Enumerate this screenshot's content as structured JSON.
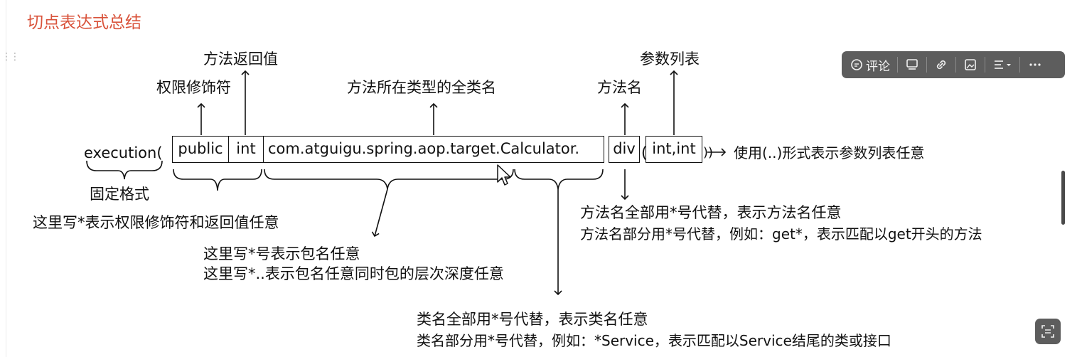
{
  "page_title": "切点表达式总结",
  "expression": {
    "keyword": "execution(",
    "modifier": "public",
    "return_type": "int",
    "class_name": "com.atguigu.spring.aop.target.Calculator.",
    "method": "div",
    "params_open": "(",
    "params": "int,int",
    "close": "))"
  },
  "labels": {
    "return_value": "方法返回值",
    "modifier": "权限修饰符",
    "full_class": "方法所在类型的全类名",
    "method_name": "方法名",
    "param_list": "参数列表",
    "param_any": "使用(..)形式表示参数列表任意",
    "fixed_format": "固定格式",
    "star_modifier_return": "这里写*表示权限修饰符和返回值任意",
    "star_package_1": "这里写*号表示包名任意",
    "star_package_2": "这里写*..表示包名任意同时包的层次深度任意",
    "method_star_1": "方法名全部用*号代替，表示方法名任意",
    "method_star_2": "方法名部分用*号代替，例如：get*，表示匹配以get开头的方法",
    "class_star_1": "类名全部用*号代替，表示类名任意",
    "class_star_2": "类名部分用*号代替，例如：*Service，表示匹配以Service结尾的类或接口"
  },
  "toolbar": {
    "comment_label": "评论",
    "icons": [
      "comment-icon",
      "card-icon",
      "link-icon",
      "image-icon",
      "align-icon",
      "more-icon"
    ]
  }
}
